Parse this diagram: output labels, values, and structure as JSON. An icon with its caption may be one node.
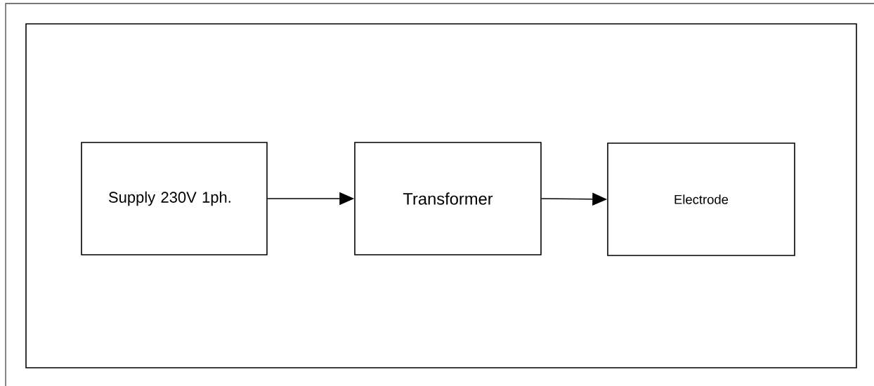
{
  "diagram": {
    "nodes": [
      {
        "text": [
          "Supply 230V 1ph."
        ]
      },
      {
        "text": [
          "Transformer"
        ]
      },
      {
        "text": [
          "Electrode"
        ]
      }
    ],
    "edges": [
      {
        "from": 0,
        "to": 1,
        "arrow": "to"
      },
      {
        "from": 1,
        "to": 2,
        "arrow": "to"
      }
    ]
  }
}
